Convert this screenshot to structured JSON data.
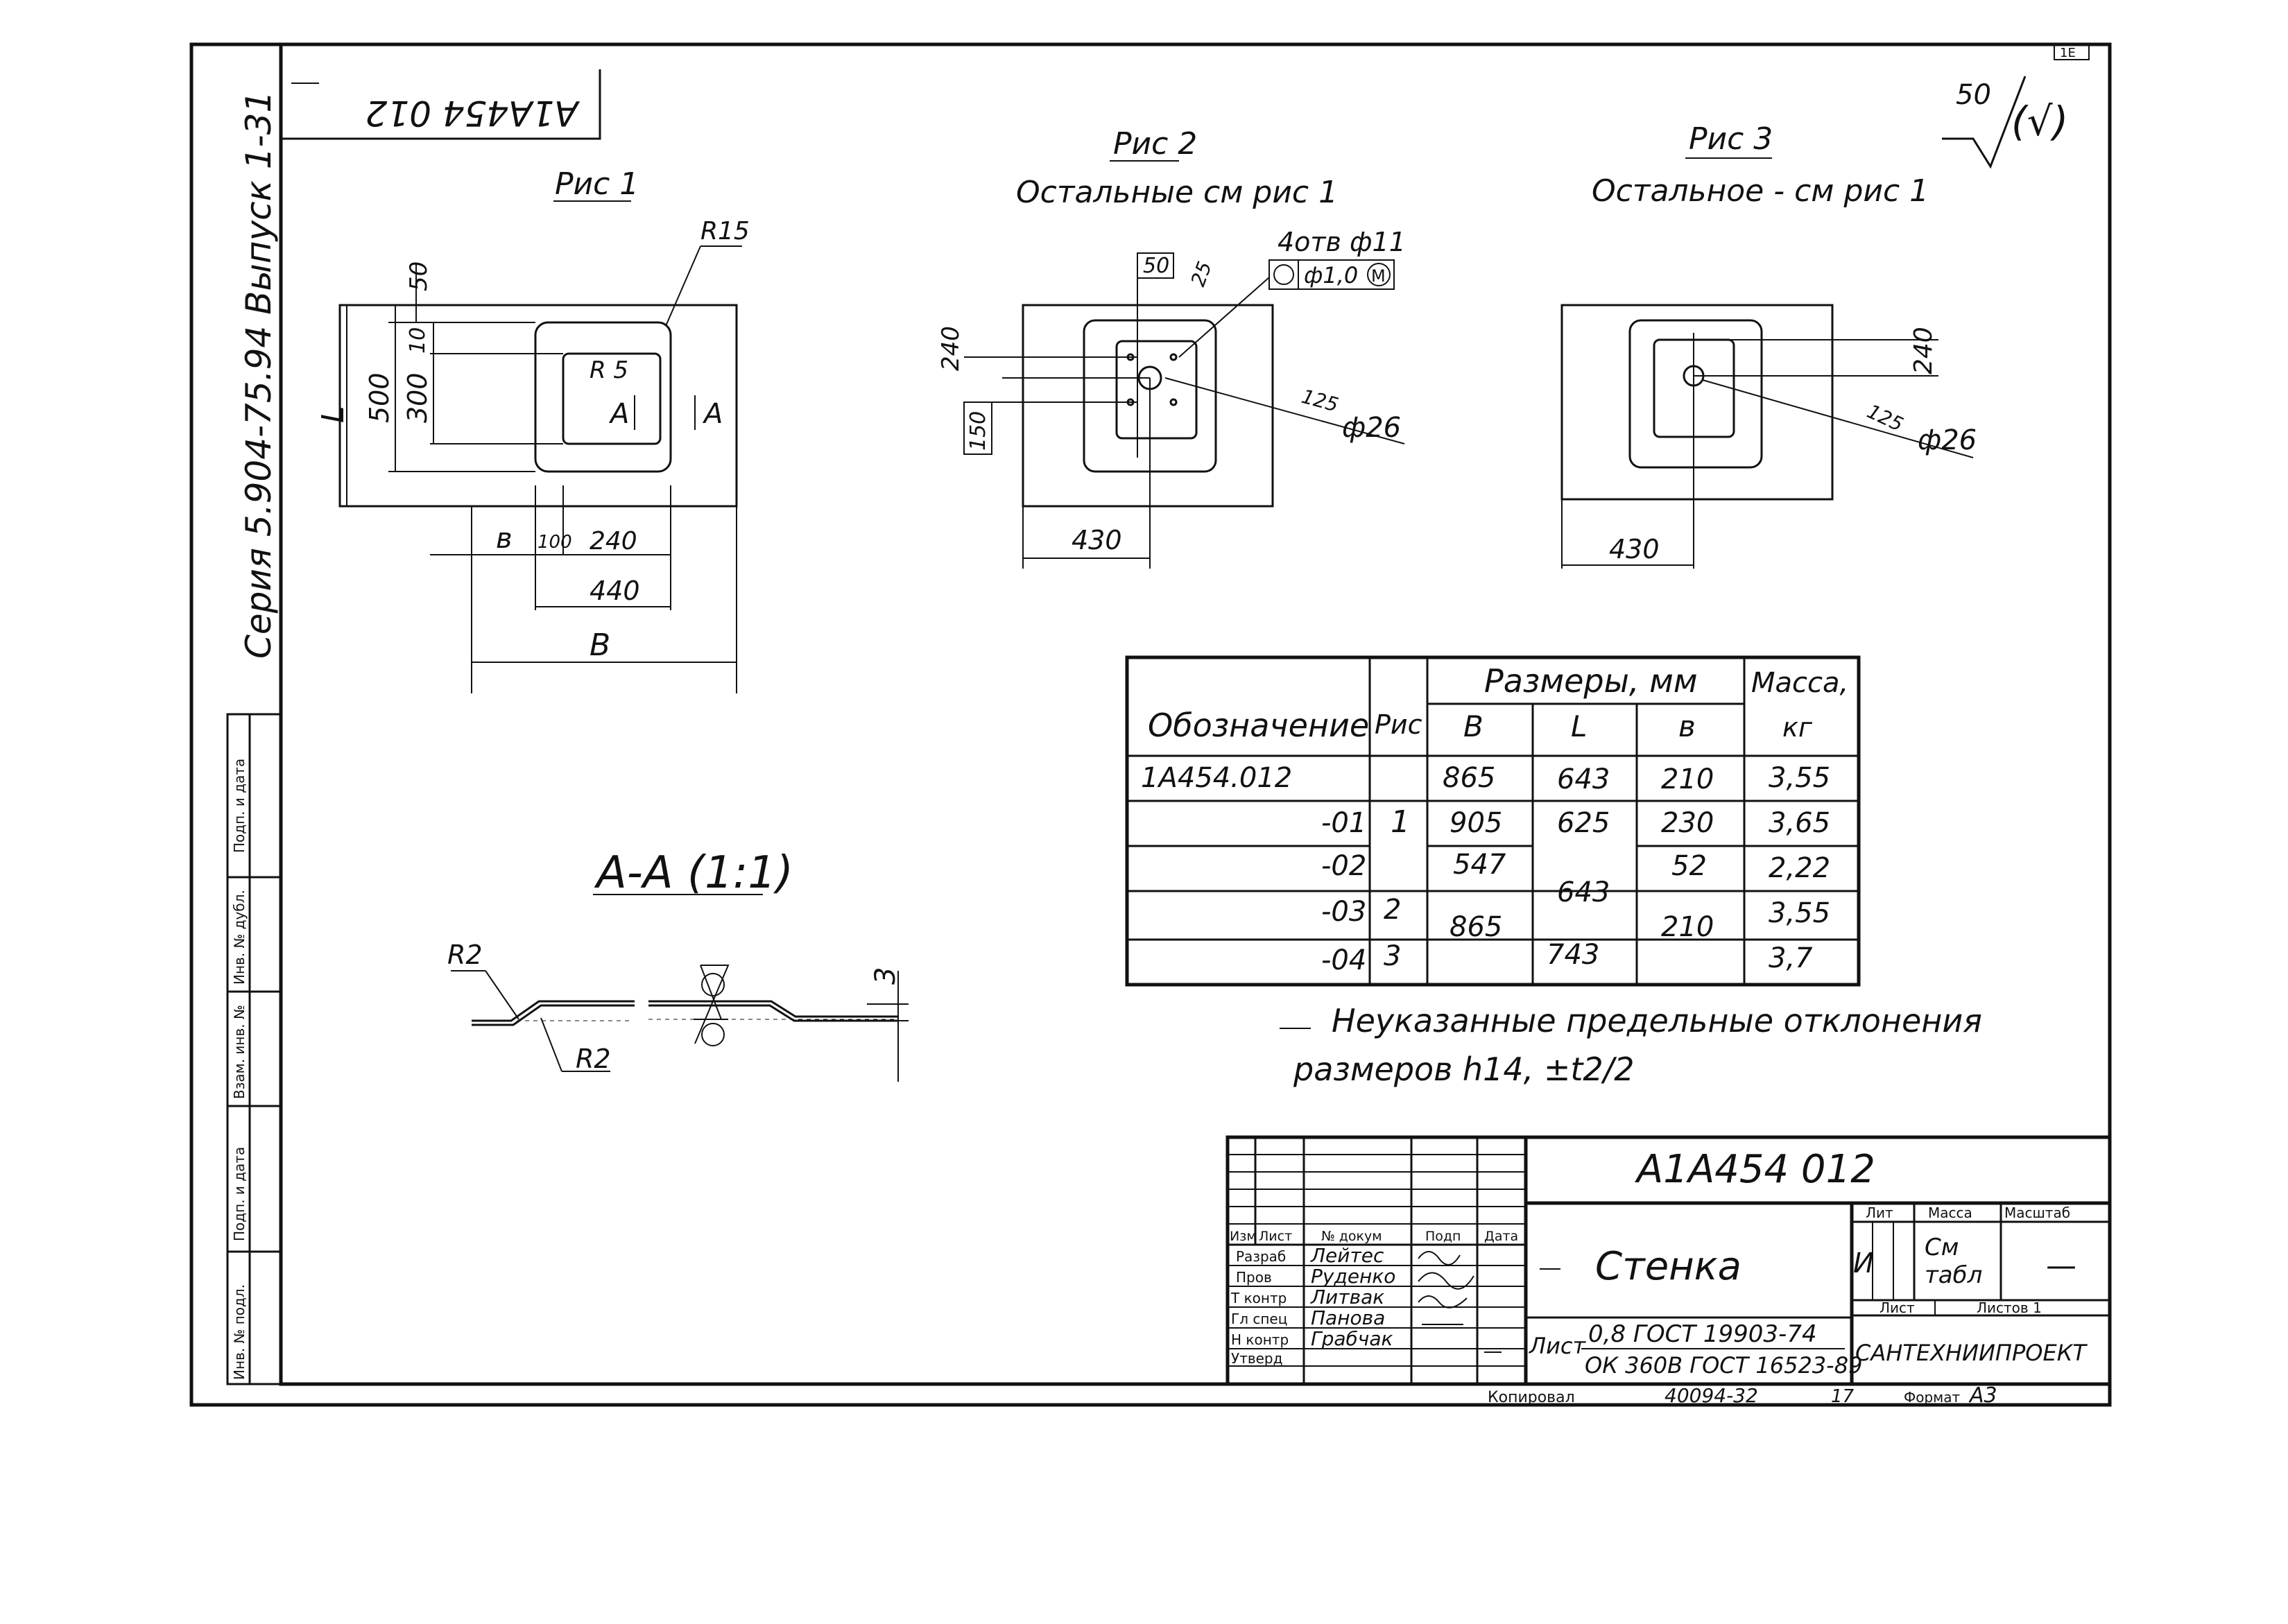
{
  "drawing": {
    "code_top": "А1А454 012",
    "series_side": "Серия 5.904-75.94  Выпуск 1-31",
    "roughness": "50",
    "roughness_note": "(√)",
    "corner_mark": "1Е",
    "fig1_title": "Рис 1",
    "fig2_title": "Рис 2",
    "fig2_note": "Остальные см рис 1",
    "fig3_title": "Рис 3",
    "fig3_note": "Остальное - см рис 1",
    "fig1": {
      "r15": "R15",
      "d50": "50",
      "d10": "10",
      "d500": "500",
      "d300": "300",
      "L": "L",
      "r5": "R 5",
      "A": "А",
      "A2": "А",
      "b": "в",
      "d100": "100",
      "d240": "240",
      "d440": "440",
      "B": "В"
    },
    "fig2": {
      "d50": "50",
      "d25": "25",
      "holes": "4отв ф11",
      "tolerance": "ф1,0",
      "m": "М",
      "d240": "240",
      "d150": "150",
      "d125": "125",
      "phi26": "ф26",
      "d430": "430"
    },
    "fig3": {
      "d240": "240",
      "d125": "125",
      "phi26": "ф26",
      "d430": "430"
    },
    "section_title": "А-А (1:1)",
    "section": {
      "r2a": "R2",
      "r2b": "R2",
      "d3": "3"
    },
    "note_line1": "Неуказанные предельные отклонения",
    "note_line2": "размеров  h14,  ±t2/2"
  },
  "table": {
    "headers": {
      "designation": "Обозначение",
      "fig": "Рис",
      "sizes": "Размеры, мм",
      "B": "В",
      "L": "L",
      "b": "в",
      "mass": "Масса,",
      "kg": "кг"
    },
    "rows": [
      {
        "designation": "1А454.012",
        "B": "865",
        "L": "643",
        "b": "210",
        "mass": "3,55"
      },
      {
        "designation": "-01",
        "B": "905",
        "L": "625",
        "b": "230",
        "mass": "3,65"
      },
      {
        "designation": "-02",
        "B": "547",
        "L": "643",
        "b": "52",
        "mass": "2,22"
      },
      {
        "designation": "-03",
        "B": "865",
        "L": "",
        "b": "210",
        "mass": "3,55"
      },
      {
        "designation": "-04",
        "B": "",
        "L": "743",
        "b": "",
        "mass": "3,7"
      }
    ],
    "fig_group1": "1",
    "fig_group2": "2",
    "fig_group3": "3"
  },
  "stamp": {
    "designation": "А1А454 012",
    "name": "Стенка",
    "material_prefix": "Лист",
    "material_top": "0,8  ГОСТ 19903-74",
    "material_bottom": "ОК 360В  ГОСТ 16523-89",
    "col_headers": [
      "Изм",
      "Лист",
      "№ докум",
      "Подп",
      "Дата"
    ],
    "roles": [
      "Разраб",
      "Пров",
      "Т контр",
      "Гл спец",
      "Н контр",
      "Утверд"
    ],
    "names": [
      "Лейтес",
      "Руденко",
      "Литвак",
      "Панова",
      "Грабчак",
      ""
    ],
    "lit_label": "Лит",
    "lit_value": "И",
    "mass_label": "Масса",
    "mass_value_1": "См",
    "mass_value_2": "табл",
    "scale_label": "Масштаб",
    "scale_value": "—",
    "sheet_label": "Лист",
    "sheets_label": "Листов 1",
    "org": "САНТЕХНИИПРОЕКТ",
    "copied_label": "Копировал",
    "inv_code": "40094-32",
    "sheet_no": "17",
    "format_label": "Формат",
    "format_value": "А3"
  },
  "side_strip": [
    "Подп. и дата",
    "Инв. № дубл.",
    "Взам. инв. №",
    "Подп. и дата",
    "Инв. № подл."
  ]
}
